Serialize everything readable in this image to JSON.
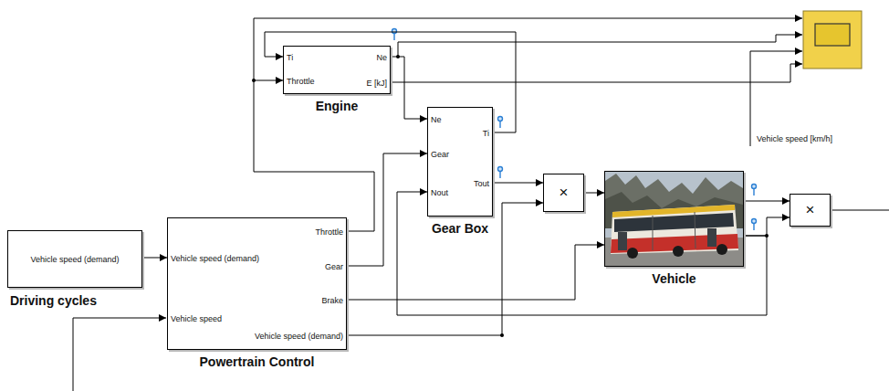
{
  "diagram": {
    "nodes": [
      {
        "text": [
          "Ti",
          "Throttle",
          "Ne",
          "E [kJ]",
          "Engine"
        ]
      },
      {
        "text": [
          "Ne",
          "Gear",
          "Nout",
          "Ti",
          "Tout",
          "Gear Box"
        ]
      },
      {
        "text": [
          "×"
        ]
      },
      {
        "text": [
          "Vehicle"
        ]
      },
      {
        "text": [
          "×"
        ]
      },
      {
        "text": [
          "Vehicle speed (demand)",
          "Driving cycles"
        ]
      },
      {
        "text": [
          "Vehicle speed (demand)",
          "Vehicle speed",
          "Throttle",
          "Gear",
          "Brake",
          "Vehicle speed (demand)",
          "Powertrain Control"
        ]
      }
    ],
    "edges": [
      {
        "from": 5,
        "to": 6,
        "arrow": "to"
      },
      {
        "from": 6,
        "to": 0,
        "arrow": "to"
      },
      {
        "from": 6,
        "to": 1,
        "arrow": "to"
      },
      {
        "from": 6,
        "to": 3,
        "arrow": "to"
      },
      {
        "from": 6,
        "to": 2,
        "arrow": "to"
      },
      {
        "from": 0,
        "to": 1,
        "arrow": "to"
      },
      {
        "from": 1,
        "to": 0,
        "arrow": "to"
      },
      {
        "from": 1,
        "to": 2,
        "arrow": "to"
      },
      {
        "from": 2,
        "to": 3,
        "arrow": "to"
      },
      {
        "from": 3,
        "to": 4,
        "arrow": "to"
      },
      {
        "from": 3,
        "to": 4,
        "arrow": "to"
      },
      {
        "from": 3,
        "to": 1,
        "arrow": "to"
      }
    ],
    "labels": [
      "Vehicle speed [km/h]"
    ]
  }
}
